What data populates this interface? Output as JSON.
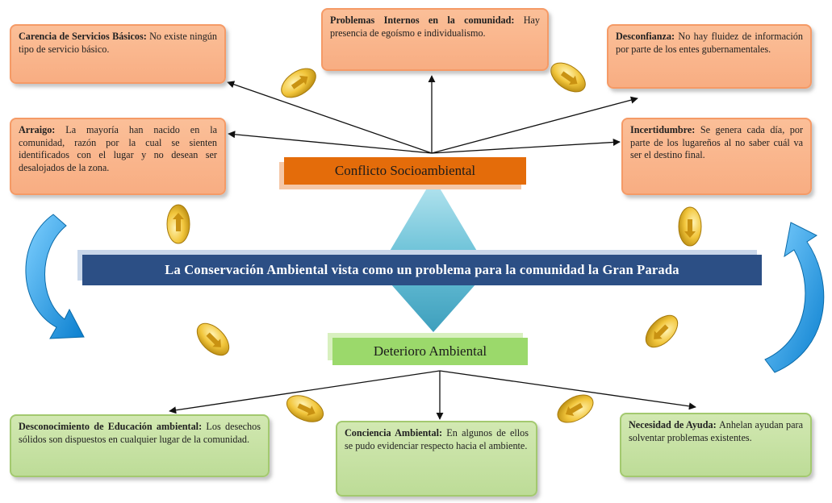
{
  "center": {
    "banner": "La Conservación Ambiental vista como un problema para la comunidad la Gran Parada",
    "top_hub": "Conflicto Socioambiental",
    "bottom_hub": "Deterioro Ambiental"
  },
  "top_boxes": [
    {
      "title": "Carencia de Servicios Básicos:",
      "text": "No existe ningún tipo de servicio básico."
    },
    {
      "title": "Problemas Internos en la comunidad:",
      "text": "Hay presencia de egoísmo e individualismo."
    },
    {
      "title": "Desconfianza:",
      "text": "No hay fluidez de información por parte de los entes gubernamentales."
    },
    {
      "title": "Arraigo:",
      "text": "La mayoría han nacido en la comunidad, razón por la cual se sienten identificados con el lugar y no desean ser desalojados de la zona."
    },
    {
      "title": "Incertidumbre:",
      "text": "Se genera cada día, por parte de los lugareños al no saber cuál va ser el destino final."
    }
  ],
  "bottom_boxes": [
    {
      "title": "Desconocimiento de Educación ambiental:",
      "text": "Los desechos sólidos son dispuestos en cualquier lugar de la comunidad."
    },
    {
      "title": "Conciencia Ambiental:",
      "text": "En algunos de ellos se pudo evidenciar respecto hacia el ambiente."
    },
    {
      "title": "Necesidad de Ayuda:",
      "text": "Anhelan ayudan para solventar problemas existentes."
    }
  ],
  "colors": {
    "orange_hub": "#e46c0a",
    "green_hub": "#9bd96b",
    "banner": "#2c4f85",
    "curved_arrow": "#1e9be0",
    "coin": "#e8b52a"
  },
  "icons": {
    "coin_arrow": "gold-coin-arrow-icon",
    "curved_arrow": "curved-blue-arrow-icon"
  }
}
